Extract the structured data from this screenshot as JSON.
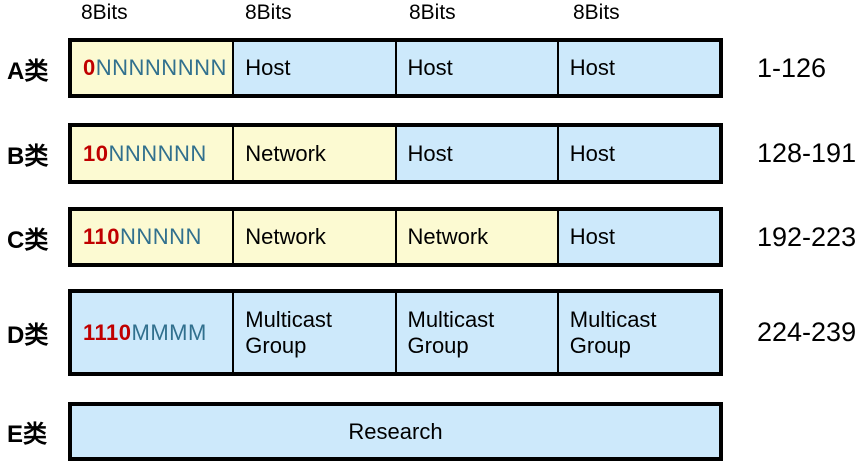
{
  "title": "IPv4 address classes diagram",
  "colors": {
    "yellow": "#FCFAD2",
    "blue": "#CDE9FB",
    "red": "#C00000",
    "teal": "#31708E",
    "border": "#000000"
  },
  "header": {
    "bit_labels": [
      "8Bits",
      "8Bits",
      "8Bits",
      "8Bits"
    ]
  },
  "rows": [
    {
      "label": "A类",
      "range": "1-126",
      "cells": [
        {
          "prefix": "0",
          "letters": "NNNNNNNN"
        },
        {
          "text": "Host"
        },
        {
          "text": "Host"
        },
        {
          "text": "Host"
        }
      ]
    },
    {
      "label": "B类",
      "range": "128-191",
      "cells": [
        {
          "prefix": "10",
          "letters": "NNNNNN"
        },
        {
          "text": "Network"
        },
        {
          "text": "Host"
        },
        {
          "text": "Host"
        }
      ]
    },
    {
      "label": "C类",
      "range": "192-223",
      "cells": [
        {
          "prefix": "110",
          "letters": "NNNNN"
        },
        {
          "text": "Network"
        },
        {
          "text": "Network"
        },
        {
          "text": "Host"
        }
      ]
    },
    {
      "label": "D类",
      "range": "224-239",
      "cells": [
        {
          "prefix": "1110",
          "letters": "MMMM"
        },
        {
          "text": "Multicast Group"
        },
        {
          "text": "Multicast Group"
        },
        {
          "text": "Multicast Group"
        }
      ]
    },
    {
      "label": "E类",
      "range": "",
      "cells": [
        {
          "text": "Research"
        }
      ]
    }
  ]
}
